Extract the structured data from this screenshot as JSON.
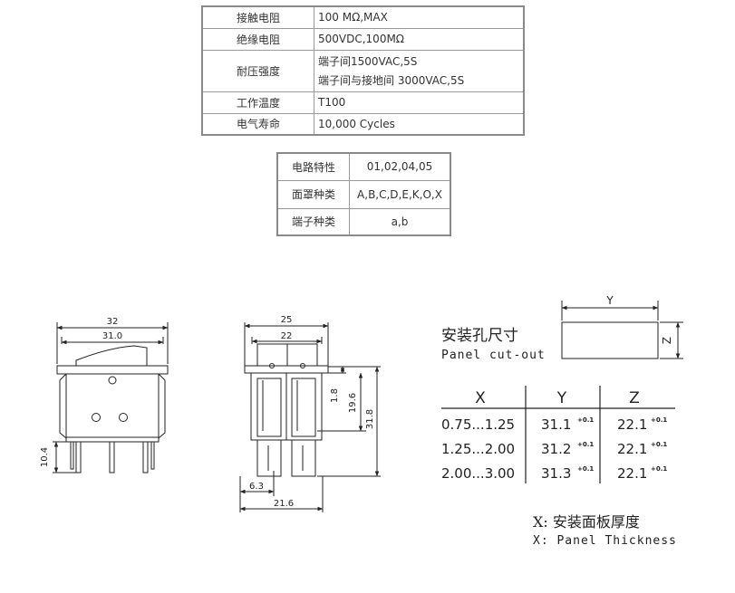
{
  "spec_table": [
    {
      "label": "接触电阻",
      "value": "100 MΩ,MAX"
    },
    {
      "label": "绝缘电阻",
      "value": "500VDC,100MΩ"
    },
    {
      "label": "耐压强度",
      "value_lines": [
        "端子间1500VAC,5S",
        "端子间与接地间 3000VAC,5S"
      ]
    },
    {
      "label": "工作温度",
      "value": "T100"
    },
    {
      "label": "电气寿命",
      "value": "10,000 Cycles"
    }
  ],
  "options_table": [
    {
      "label": "电路特性",
      "value": "01,02,04,05"
    },
    {
      "label": "面罩种类",
      "value": "A,B,C,D,E,K,O,X"
    },
    {
      "label": "端子种类",
      "value": "a,b"
    }
  ],
  "front_view": {
    "dim_outer": "32",
    "dim_inner": "31.0",
    "dim_pin": "10.4"
  },
  "side_view": {
    "dim_top": "25",
    "dim_inner": "22",
    "dim_small": "1.8",
    "dim_mid": "19.6",
    "dim_total": "31.8",
    "dim_pin_offset": "6.3",
    "dim_bottom": "21.6"
  },
  "cutout": {
    "title_cn": "安装孔尺寸",
    "title_en": "Panel cut-out",
    "label_y": "Y",
    "label_z": "Z",
    "headers": [
      "X",
      "Y",
      "Z"
    ],
    "tolerance": "+0.1",
    "rows": [
      {
        "x": "0.75...1.25",
        "y": "31.1",
        "z": "22.1"
      },
      {
        "x": "1.25...2.00",
        "y": "31.2",
        "z": "22.1"
      },
      {
        "x": "2.00...3.00",
        "y": "31.3",
        "z": "22.1"
      }
    ],
    "note_cn": "X: 安装面板厚度",
    "note_en": "X: Panel Thickness"
  }
}
